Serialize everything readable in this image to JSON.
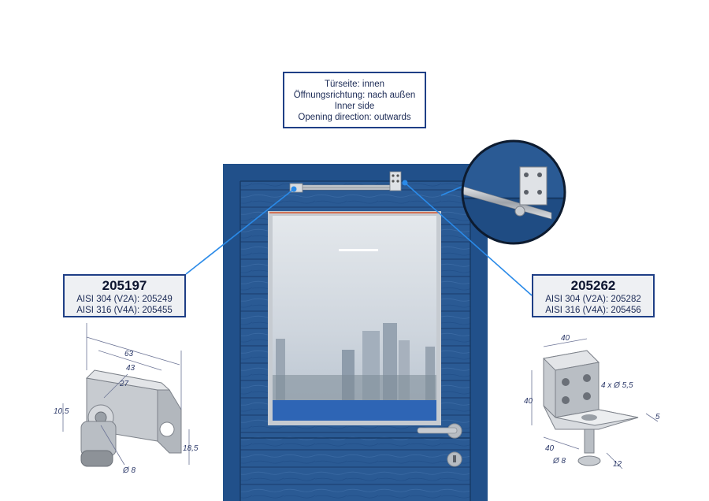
{
  "info_box": {
    "lines": [
      "Türseite: innen",
      "Öffnungsrichtung: nach außen",
      "Inner side",
      "Opening direction: outwards"
    ]
  },
  "part_left": {
    "number": "205197",
    "lines": [
      "AISI 304 (V2A): 205249",
      "AISI 316 (V4A): 205455"
    ],
    "dimensions": {
      "d63": "63",
      "d43": "43",
      "d27": "27",
      "d10_5": "10,5",
      "d18_5": "18,5",
      "d8": "Ø 8"
    }
  },
  "part_right": {
    "number": "205262",
    "lines": [
      "AISI 304 (V2A): 205282",
      "AISI 316 (V4A): 205456"
    ],
    "dimensions": {
      "d40_top": "40",
      "d40_side": "40",
      "holes": "4 x Ø 5,5",
      "d5": "5",
      "d40_bottom": "40",
      "d8": "Ø 8",
      "d12": "12"
    }
  },
  "colors": {
    "door": "#2a5a94",
    "door_dark": "#1d4477",
    "frame": "#c8ccd2",
    "callout_line": "#2a8ae8",
    "box_border": "#1f3f86",
    "metal": "#a9adb3"
  }
}
